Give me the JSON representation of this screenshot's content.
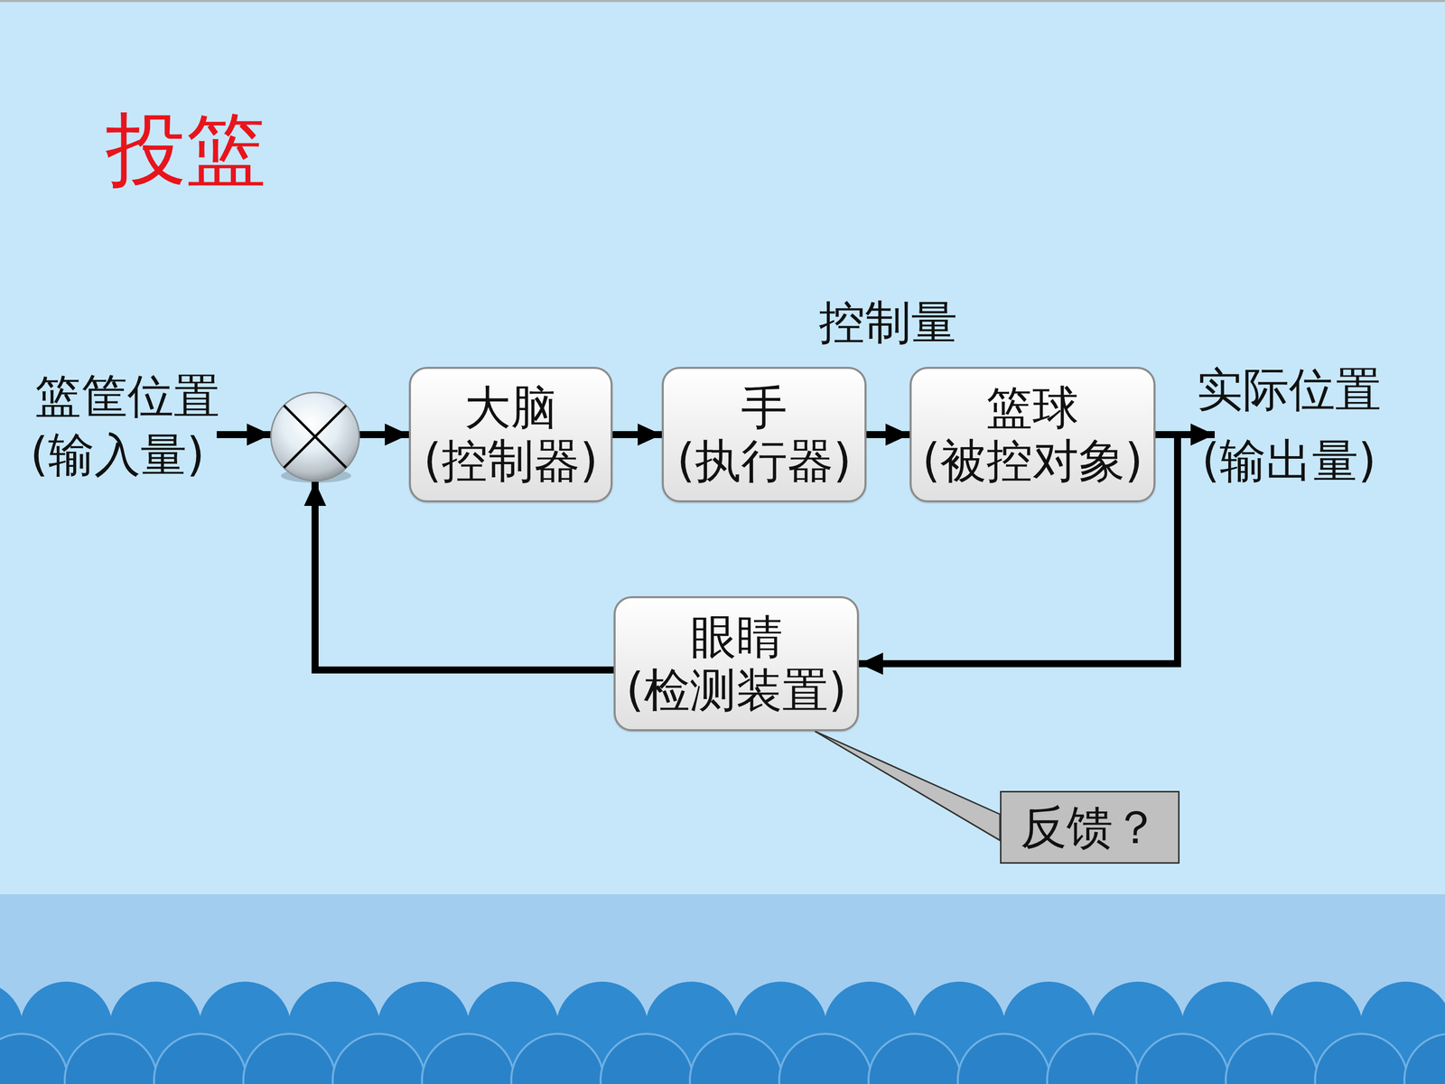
{
  "diagram": {
    "title": "投篮",
    "nodes": [
      {
        "text": [
          "大脑",
          "(控制器)"
        ]
      },
      {
        "text": [
          "手",
          "(执行器)"
        ]
      },
      {
        "text": [
          "篮球",
          "(被控对象)"
        ]
      },
      {
        "text": [
          "眼睛",
          "(检测装置)"
        ]
      },
      {
        "text": [
          "反馈？"
        ]
      }
    ],
    "edges": [
      {
        "from": 0,
        "to": 1,
        "arrow": "to"
      },
      {
        "from": 1,
        "to": 2,
        "label": "控制量",
        "arrow": "to"
      },
      {
        "from": 2,
        "to": 3,
        "arrow": "to"
      },
      {
        "from": 3,
        "to": 4,
        "arrow": "none"
      }
    ],
    "labels": [
      "篮筐位置",
      "(输入量)",
      "实际位置",
      "(输出量)"
    ]
  }
}
